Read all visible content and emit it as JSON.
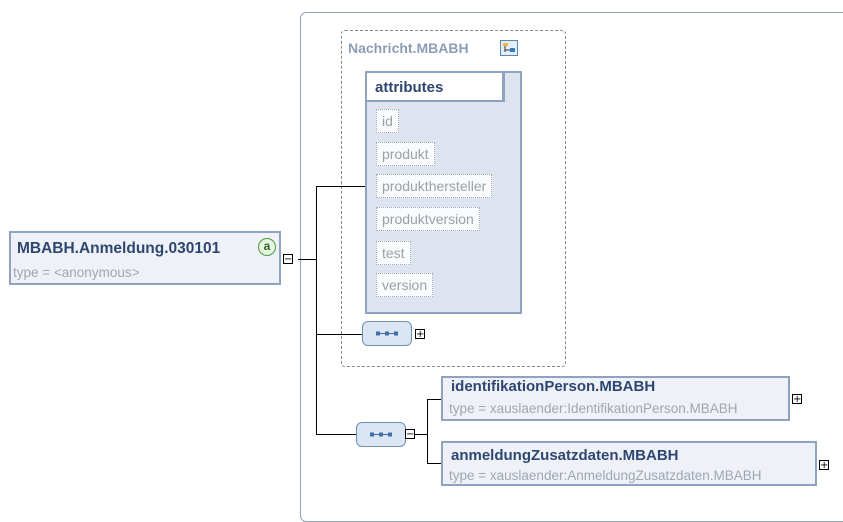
{
  "root": {
    "name": "MBABH.Anmeldung.030101",
    "type": "type = <anonymous>",
    "badge": "a"
  },
  "group": {
    "title": "Nachricht.MBABH",
    "attributes_label": "attributes",
    "attributes": [
      "id",
      "produkt",
      "produkthersteller",
      "produktversion",
      "test",
      "version"
    ]
  },
  "children": [
    {
      "name": "identifikationPerson.MBABH",
      "type": "type = xauslaender:IdentifikationPerson.MBABH"
    },
    {
      "name": "anmeldungZusatzdaten.MBABH",
      "type": "type = xauslaender:AnmeldungZusatzdaten.MBABH"
    }
  ],
  "controls": {
    "expand": "+",
    "collapse": "−"
  },
  "icons": {
    "sequence": "sequence-icon",
    "structure": "structure-icon"
  },
  "colors": {
    "box_border": "#8fa2bf",
    "title": "#2e4670",
    "muted": "#a0a6b0"
  }
}
